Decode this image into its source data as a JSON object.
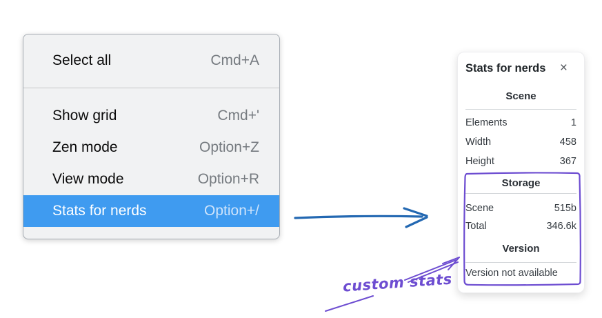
{
  "menu": {
    "background": "#f1f2f3",
    "highlight_color": "#3f9bf0",
    "sections": [
      {
        "items": [
          {
            "label": "Select all",
            "shortcut": "Cmd+A",
            "highlighted": false
          }
        ]
      },
      {
        "items": [
          {
            "label": "Show grid",
            "shortcut": "Cmd+'",
            "highlighted": false
          },
          {
            "label": "Zen mode",
            "shortcut": "Option+Z",
            "highlighted": false
          },
          {
            "label": "View mode",
            "shortcut": "Option+R",
            "highlighted": false
          },
          {
            "label": "Stats for nerds",
            "shortcut": "Option+/",
            "highlighted": true
          }
        ]
      }
    ]
  },
  "stats_panel": {
    "title": "Stats for nerds",
    "close_icon": "×",
    "sections": [
      {
        "heading": "Scene",
        "rows": [
          {
            "label": "Elements",
            "value": "1"
          },
          {
            "label": "Width",
            "value": "458"
          },
          {
            "label": "Height",
            "value": "367"
          }
        ]
      },
      {
        "heading": "Storage",
        "rows": [
          {
            "label": "Scene",
            "value": "515b"
          },
          {
            "label": "Total",
            "value": "346.6k"
          }
        ]
      },
      {
        "heading": "Version",
        "note": "Version not available"
      }
    ]
  },
  "annotations": {
    "custom_stats_label": "custom stats",
    "purple_color": "#6d4dd1",
    "blue_arrow_color": "#2368b2"
  }
}
